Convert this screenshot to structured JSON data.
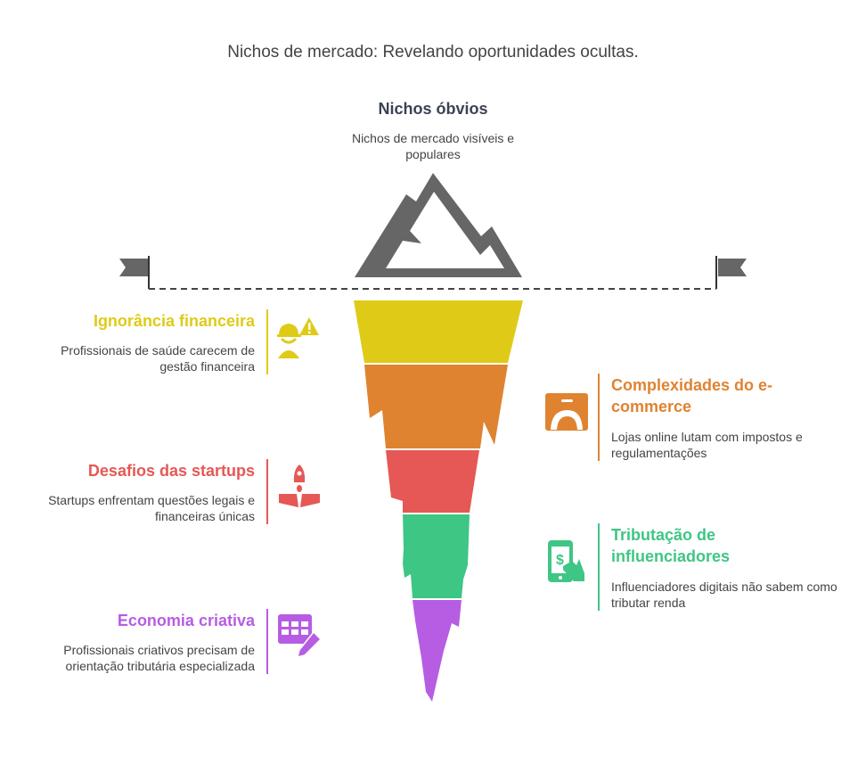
{
  "title": "Nichos de mercado: Revelando oportunidades ocultas.",
  "top": {
    "heading": "Nichos óbvios",
    "desc": "Nichos de mercado visíveis e populares"
  },
  "items": [
    {
      "heading": "Ignorância financeira",
      "desc": "Profissionais de saúde carecem de gestão financeira",
      "color": "#dfcb17",
      "icon": "worker-warning-icon"
    },
    {
      "heading": "Complexidades do e-commerce",
      "desc": "Lojas online lutam com impostos e regulamentações",
      "color": "#df8331",
      "icon": "ecommerce-icon"
    },
    {
      "heading": "Desafios das startups",
      "desc": "Startups enfrentam questões legais e financeiras únicas",
      "color": "#e55855",
      "icon": "rocket-box-icon"
    },
    {
      "heading": "Tributação de influenciadores",
      "desc": "Influenciadores digitais não sabem como tributar renda",
      "color": "#3ec684",
      "icon": "phone-dollar-icon"
    },
    {
      "heading": "Economia criativa",
      "desc": "Profissionais criativos precisam de orientação tributária especializada",
      "color": "#b65de3",
      "icon": "table-pencil-icon"
    }
  ],
  "colors": {
    "mountain": "#666666",
    "text": "#444444",
    "heading": "#3b4252"
  }
}
